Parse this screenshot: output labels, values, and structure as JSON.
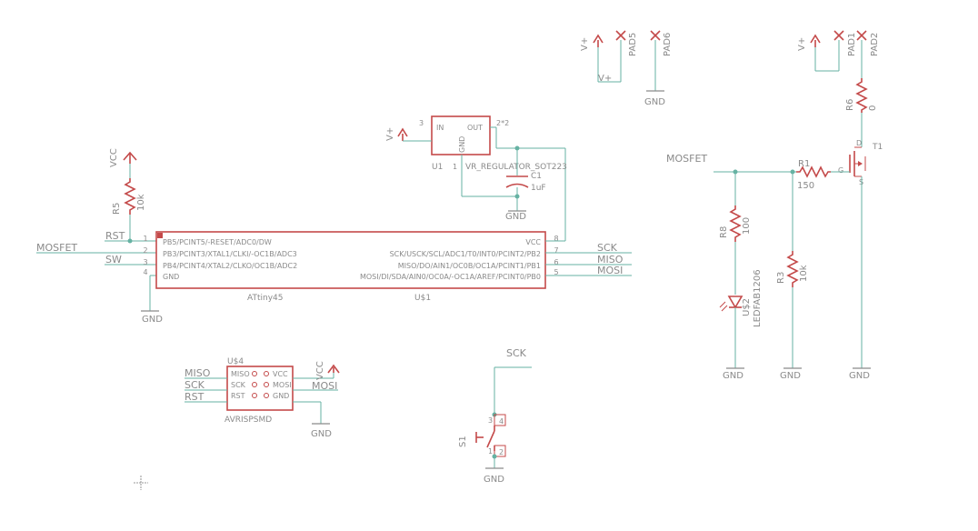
{
  "colors": {
    "wire": "#66b2a3",
    "symbol": "#c44a4a",
    "text": "#8a8a8a"
  },
  "mcu": {
    "name": "ATtiny45",
    "ref": "U$1",
    "left_pins": [
      {
        "num": "1",
        "text": "PB5/PCINT5/-RESET/ADC0/DW",
        "net": "RST"
      },
      {
        "num": "2",
        "text": "PB3/PCINT3/XTAL1/CLKI/-OC1B/ADC3",
        "net": "MOSFET"
      },
      {
        "num": "3",
        "text": "PB4/PCINT4/XTAL2/CLKO/OC1B/ADC2",
        "net": "SW"
      },
      {
        "num": "4",
        "text": "GND",
        "net": "GND"
      }
    ],
    "right_pins": [
      {
        "num": "8",
        "text": "VCC",
        "net": ""
      },
      {
        "num": "7",
        "text": "SCK/USCK/SCL/ADC1/T0/INT0/PCINT2/PB2",
        "net": "SCK"
      },
      {
        "num": "6",
        "text": "MISO/DO/AIN1/OC0B/OC1A/PCINT1/PB1",
        "net": "MISO"
      },
      {
        "num": "5",
        "text": "MOSI/DI/SDA/AIN0/OC0A/-OC1A/AREF/PCINT0/PB0",
        "net": "MOSI"
      }
    ]
  },
  "regulator": {
    "ref": "U1",
    "value": "VR_REGULATOR_SOT223",
    "in_label": "IN",
    "out_label": "OUT",
    "gnd_label": "GND",
    "pin_in": "3",
    "pin_out": "2*2",
    "pin_gnd": "1",
    "supply": "V+"
  },
  "c1": {
    "ref": "C1",
    "value": "1uF"
  },
  "r5": {
    "ref": "R5",
    "value": "10k",
    "supply": "VCC"
  },
  "isp": {
    "ref": "U$4",
    "value": "AVRISPSMD",
    "left_pins": [
      "MISO",
      "SCK",
      "RST"
    ],
    "right_pins": [
      "VCC",
      "MOSI",
      "GND"
    ],
    "left_nets": [
      "MISO",
      "SCK",
      "RST"
    ],
    "right_net_mosi": "MOSI",
    "supply": "VCC"
  },
  "s1": {
    "ref": "S1",
    "net": "SCK",
    "pins": [
      "3",
      "4",
      "1",
      "2"
    ]
  },
  "pads_left": {
    "supply": "V+",
    "pad_a": "PAD5",
    "pad_b": "PAD6",
    "wire_label": "V+"
  },
  "pads_right": {
    "supply": "V+",
    "pad_a": "PAD1",
    "pad_b": "PAD2"
  },
  "r6": {
    "ref": "R6",
    "value": "0"
  },
  "t1": {
    "ref": "T1",
    "pin_d": "D",
    "pin_g": "G",
    "pin_s": "S"
  },
  "r1": {
    "ref": "R1",
    "value": "150",
    "net": "MOSFET"
  },
  "r8": {
    "ref": "R8",
    "value": "100"
  },
  "r3": {
    "ref": "R3",
    "value": "10k"
  },
  "led": {
    "ref": "U$2",
    "value": "LEDFAB1206"
  },
  "gnd_label": "GND"
}
